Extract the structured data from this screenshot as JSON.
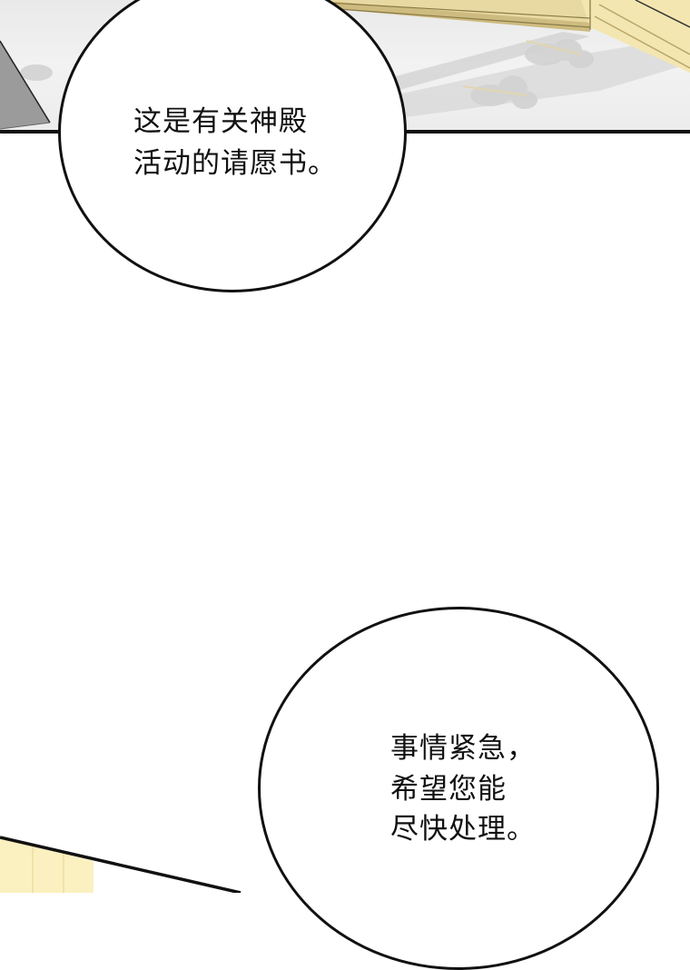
{
  "panels": [
    {
      "id": "top-panel",
      "scene": "marble temple floor with golden molding and stone steps",
      "colors": {
        "floor": "#ededed",
        "molding": "#e8d9a2",
        "molding_shadow": "#b9a56a",
        "stone": "#9a9a9a",
        "border": "#111111"
      }
    },
    {
      "id": "bottom-panel",
      "scene": "golden pillar corner",
      "colors": {
        "pillar": "#fbf0c0",
        "border": "#111111"
      }
    }
  ],
  "bubbles": [
    {
      "id": "bubble-1",
      "lines": [
        "这是有关神殿",
        "活动的请愿书。"
      ],
      "line1": "这是有关神殿",
      "line2": "活动的请愿书。"
    },
    {
      "id": "bubble-2",
      "lines": [
        "事情紧急，",
        "希望您能",
        "尽快处理。"
      ],
      "line1": "事情紧急，",
      "line2": "希望您能",
      "line3": "尽快处理。"
    }
  ]
}
